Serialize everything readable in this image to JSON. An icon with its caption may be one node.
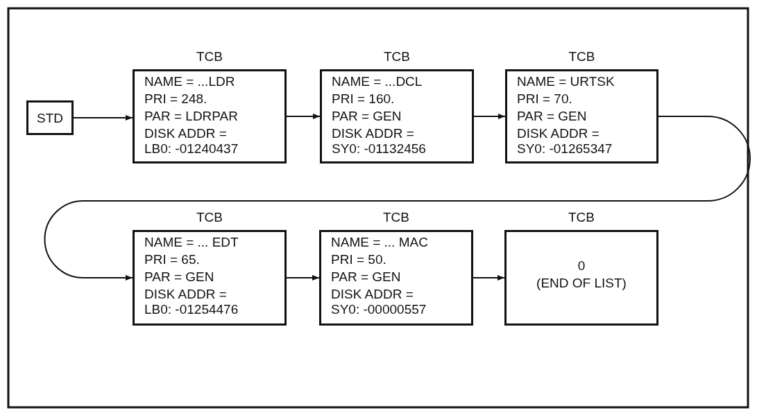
{
  "diagram": {
    "nodes": [
      {
        "text": [
          "STD"
        ]
      },
      {
        "text": [
          "TCB",
          "NAME = ...LDR",
          "PRI = 248.",
          "PAR = LDRPAR",
          "DISK ADDR = LB0: -01240437"
        ]
      },
      {
        "text": [
          "TCB",
          "NAME = ...DCL",
          "PRI = 160.",
          "PAR = GEN",
          "DISK ADDR = SY0: -01132456"
        ]
      },
      {
        "text": [
          "TCB",
          "NAME = URTSK",
          "PRI = 70.",
          "PAR = GEN",
          "DISK ADDR = SY0: -01265347"
        ]
      },
      {
        "text": [
          "TCB",
          "NAME = ... EDT",
          "PRI = 65.",
          "PAR = GEN",
          "DISK ADDR = LB0: -01254476"
        ]
      },
      {
        "text": [
          "TCB",
          "NAME = ... MAC",
          "PRI = 50.",
          "PAR = GEN",
          "DISK ADDR = SY0: -00000557"
        ]
      },
      {
        "text": [
          "TCB",
          "0",
          "(END OF LIST)"
        ]
      }
    ],
    "edges": [
      {
        "from": 0,
        "to": 1,
        "arrow": "to"
      },
      {
        "from": 1,
        "to": 2,
        "arrow": "to"
      },
      {
        "from": 2,
        "to": 3,
        "arrow": "to"
      },
      {
        "from": 3,
        "to": 4,
        "arrow": "to"
      },
      {
        "from": 4,
        "to": 5,
        "arrow": "to"
      },
      {
        "from": 5,
        "to": 6,
        "arrow": "to"
      }
    ]
  }
}
